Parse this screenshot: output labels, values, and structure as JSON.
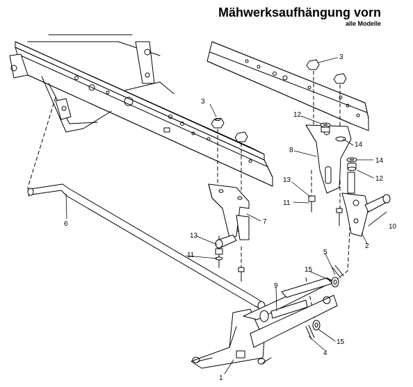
{
  "header": {
    "title": "Mähwerksaufhängung vorn",
    "subtitle": "alle Modelle"
  },
  "colors": {
    "ink": "#000000",
    "paper": "#ffffff",
    "shade": "#d9d9d9"
  },
  "callouts": [
    {
      "id": "c1",
      "label": "1"
    },
    {
      "id": "c2",
      "label": "2"
    },
    {
      "id": "c3a",
      "label": "3"
    },
    {
      "id": "c3b",
      "label": "3"
    },
    {
      "id": "c4",
      "label": "4"
    },
    {
      "id": "c5",
      "label": "5"
    },
    {
      "id": "c6",
      "label": "6"
    },
    {
      "id": "c7",
      "label": "7"
    },
    {
      "id": "c8",
      "label": "8"
    },
    {
      "id": "c9",
      "label": "9"
    },
    {
      "id": "c10",
      "label": "10"
    },
    {
      "id": "c11a",
      "label": "11"
    },
    {
      "id": "c11b",
      "label": "11"
    },
    {
      "id": "c12a",
      "label": "12"
    },
    {
      "id": "c12b",
      "label": "12"
    },
    {
      "id": "c13a",
      "label": "13"
    },
    {
      "id": "c13b",
      "label": "13"
    },
    {
      "id": "c14a",
      "label": "14"
    },
    {
      "id": "c14b",
      "label": "14"
    },
    {
      "id": "c15a",
      "label": "15"
    },
    {
      "id": "c15b",
      "label": "15"
    }
  ]
}
